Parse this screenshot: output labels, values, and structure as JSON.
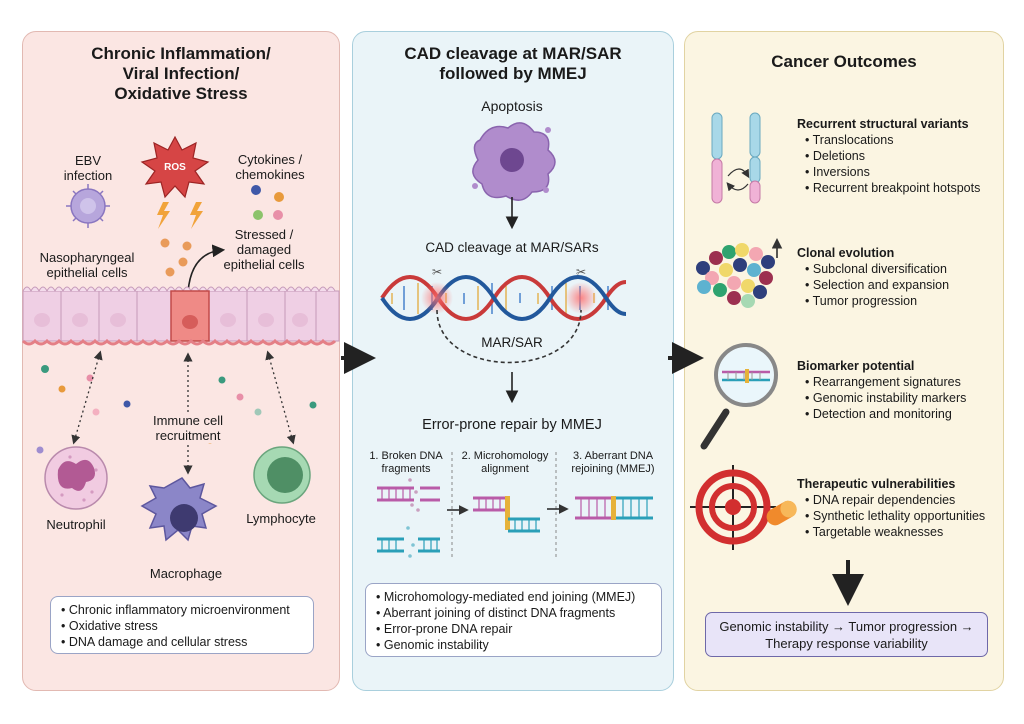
{
  "panel1": {
    "title": [
      "Chronic Inflammation/",
      "Viral Infection/",
      "Oxidative Stress"
    ],
    "ebv": [
      "EBV",
      "infection"
    ],
    "ros": "ROS",
    "cytokines": [
      "Cytokines /",
      "chemokines"
    ],
    "stressed": [
      "Stressed /",
      "damaged",
      "epithelial cells"
    ],
    "nasopharyngeal": [
      "Nasopharyngeal",
      "epithelial cells"
    ],
    "immune_recruitment": [
      "Immune cell",
      "recruitment"
    ],
    "neutrophil": "Neutrophil",
    "macrophage": "Macrophage",
    "lymphocyte": "Lymphocyte",
    "bullets": [
      "Chronic inflammatory microenvironment",
      "Oxidative stress",
      "DNA damage and cellular stress"
    ]
  },
  "panel2": {
    "title": [
      "CAD cleavage at MAR/SAR",
      "followed by MMEJ"
    ],
    "apoptosis": "Apoptosis",
    "cad_cleavage": "CAD cleavage at MAR/SARs",
    "mar_sar": "MAR/SAR",
    "repair_title": "Error-prone repair by MMEJ",
    "step1": [
      "1. Broken DNA",
      "fragments"
    ],
    "step2": [
      "2. Microhomology",
      "alignment"
    ],
    "step3": [
      "3. Aberrant DNA",
      "rejoining (MMEJ)"
    ],
    "bullets": [
      "Microhomology-mediated end joining (MMEJ)",
      "Aberrant joining of distinct DNA fragments",
      "Error-prone DNA repair",
      "Genomic instability"
    ]
  },
  "panel3": {
    "title": "Cancer Outcomes",
    "sections": [
      {
        "heading": "Recurrent structural variants",
        "items": [
          "Translocations",
          "Deletions",
          "Inversions",
          "Recurrent breakpoint hotspots"
        ]
      },
      {
        "heading": "Clonal evolution",
        "items": [
          "Subclonal diversification",
          "Selection and expansion",
          "Tumor progression"
        ]
      },
      {
        "heading": "Biomarker potential",
        "items": [
          "Rearrangement signatures",
          "Genomic instability markers",
          "Detection and monitoring"
        ]
      },
      {
        "heading": "Therapeutic vulnerabilities",
        "items": [
          "DNA repair dependencies",
          "Synthetic lethality opportunities",
          "Targetable weaknesses"
        ]
      }
    ],
    "summary": [
      "Genomic instability → Tumor progression →",
      "Therapy response variability"
    ]
  },
  "colors": {
    "panel1_bg": "#fbe6e3",
    "panel2_bg": "#eaf4f8",
    "panel3_bg": "#fbf5e2",
    "summary_bg": "#e8e4f8"
  }
}
